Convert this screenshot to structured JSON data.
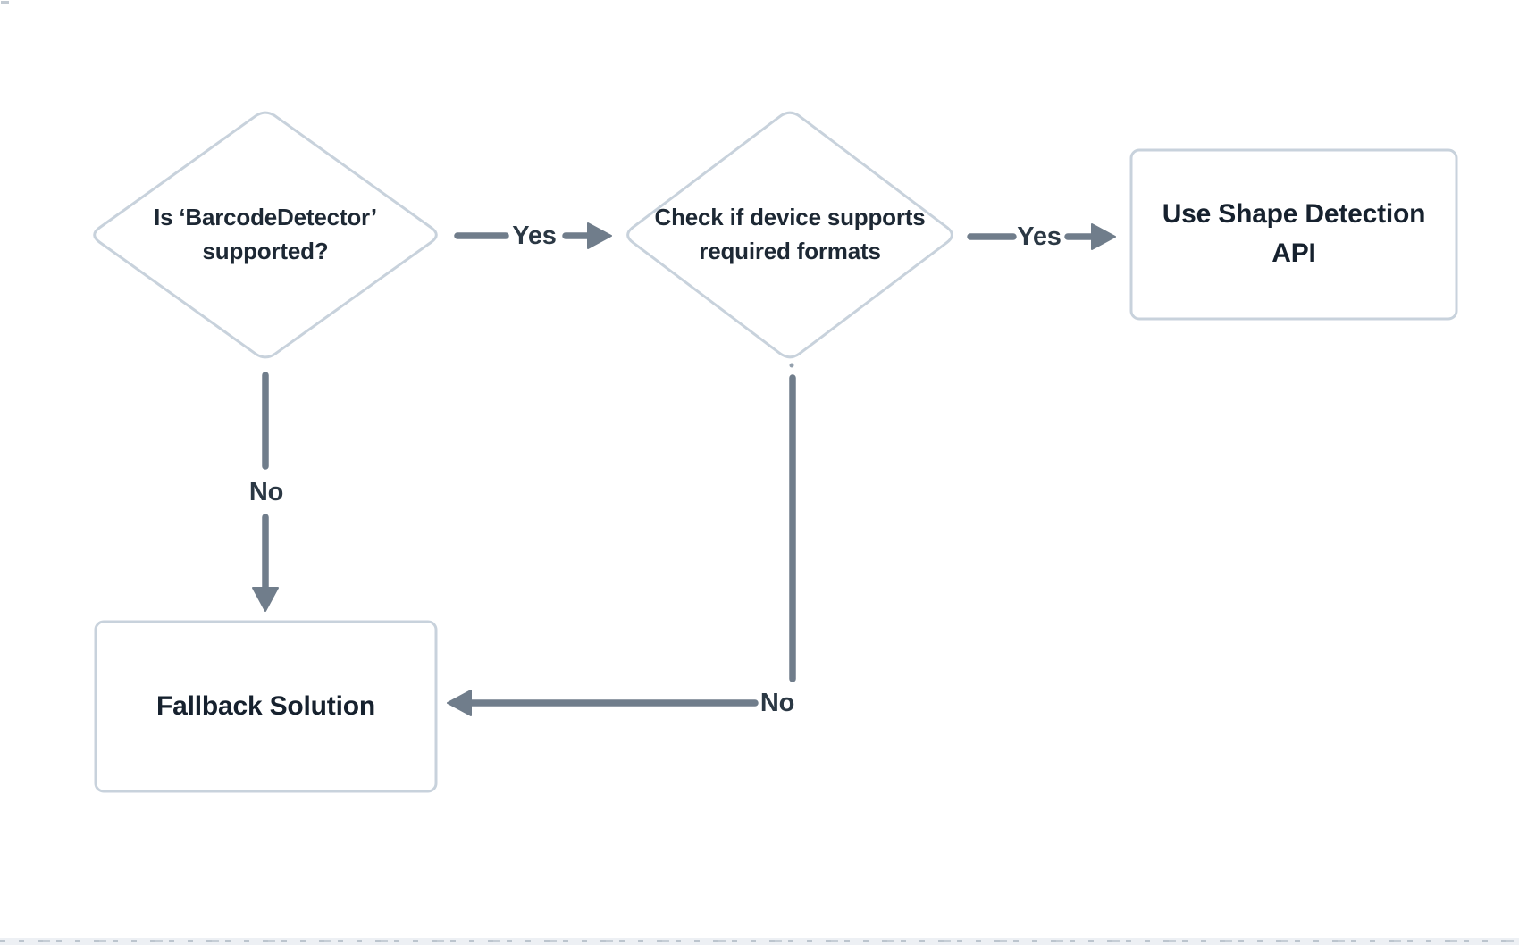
{
  "diagram": {
    "type": "flowchart",
    "nodes": {
      "decision_supported": {
        "shape": "diamond",
        "line1": "Is ‘BarcodeDetector’",
        "line2": "supported?"
      },
      "decision_formats": {
        "shape": "diamond",
        "line1": "Check if device supports",
        "line2": "required formats"
      },
      "use_shape_api": {
        "shape": "rect",
        "line1": "Use Shape Detection",
        "line2": "API"
      },
      "fallback": {
        "shape": "rect",
        "label": "Fallback Solution"
      }
    },
    "edge_labels": {
      "d1_yes": "Yes",
      "d2_yes": "Yes",
      "d1_no": "No",
      "d2_no": "No"
    },
    "palette": {
      "background": "#ffffff",
      "node_fill": "#ffffff",
      "node_border": "#c8d2dc",
      "node_text": "#1d2834",
      "box_text": "#16212e",
      "edge_stroke": "#707d8b",
      "edge_label_text": "#2b3844",
      "footer_bg": "#edf0f4",
      "footer_mark": "#bcc5ce"
    }
  }
}
